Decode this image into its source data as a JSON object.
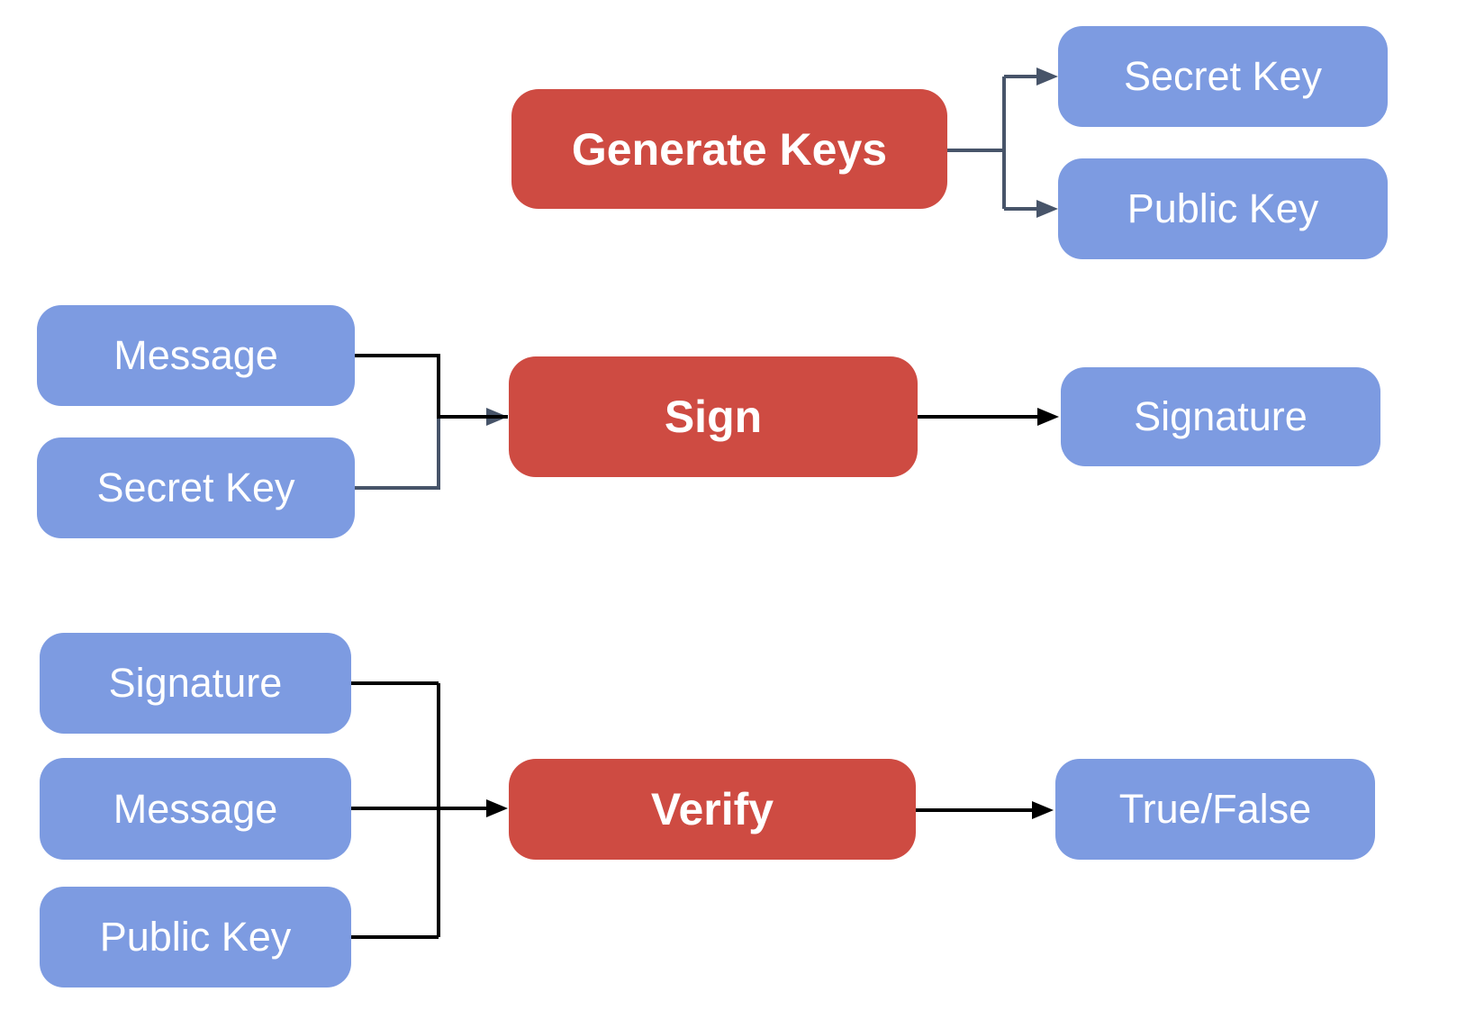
{
  "diagram": {
    "colors": {
      "process_fill": "#CE4B42",
      "data_fill": "#7D9BE1",
      "edge_black": "#000000",
      "edge_slate": "#475469",
      "label_text": "#FFFFFF",
      "background": "#FFFFFF"
    },
    "nodes": {
      "generate_keys": {
        "label": "Generate Keys",
        "kind": "process"
      },
      "gen_secret_key": {
        "label": "Secret Key",
        "kind": "data"
      },
      "gen_public_key": {
        "label": "Public Key",
        "kind": "data"
      },
      "sign_message": {
        "label": "Message",
        "kind": "data"
      },
      "sign_secret_key": {
        "label": "Secret Key",
        "kind": "data"
      },
      "sign": {
        "label": "Sign",
        "kind": "process"
      },
      "sign_signature": {
        "label": "Signature",
        "kind": "data"
      },
      "verify_signature": {
        "label": "Signature",
        "kind": "data"
      },
      "verify_message": {
        "label": "Message",
        "kind": "data"
      },
      "verify_public_key": {
        "label": "Public Key",
        "kind": "data"
      },
      "verify": {
        "label": "Verify",
        "kind": "process"
      },
      "verify_result": {
        "label": "True/False",
        "kind": "data"
      }
    },
    "edges": [
      {
        "from": "generate_keys",
        "to": "gen_secret_key"
      },
      {
        "from": "generate_keys",
        "to": "gen_public_key"
      },
      {
        "from": "sign_message",
        "to": "sign"
      },
      {
        "from": "sign_secret_key",
        "to": "sign"
      },
      {
        "from": "sign",
        "to": "sign_signature"
      },
      {
        "from": "verify_signature",
        "to": "verify"
      },
      {
        "from": "verify_message",
        "to": "verify"
      },
      {
        "from": "verify_public_key",
        "to": "verify"
      },
      {
        "from": "verify",
        "to": "verify_result"
      }
    ]
  }
}
